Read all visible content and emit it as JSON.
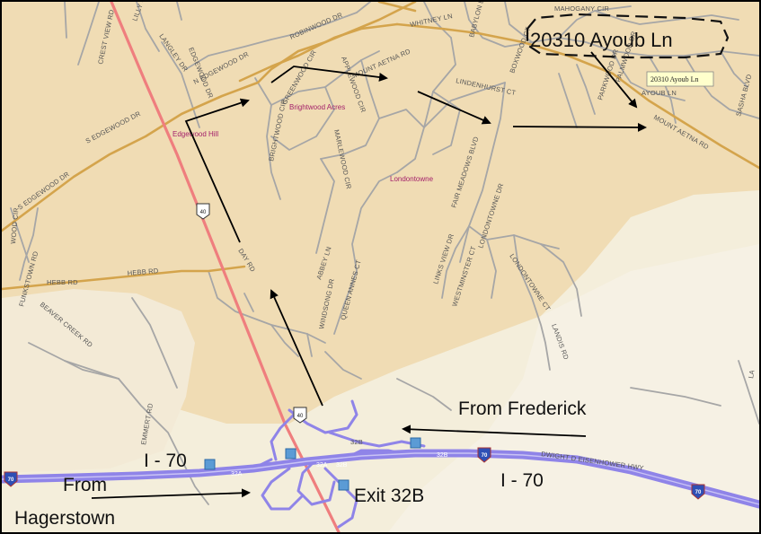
{
  "destination": {
    "address": "20310 Ayoub Ln",
    "callout": "20310 Ayoub Ln"
  },
  "directions": {
    "from_frederick": "From Frederick",
    "from_hagerstown_line1": "From",
    "from_hagerstown_line2": "Hagerstown",
    "exit": "Exit 32B",
    "i70_left": "I - 70",
    "i70_right": "I - 70"
  },
  "places": {
    "edgewood_hill": "Edgewood Hill",
    "brightwood_acres": "Brightwood Acres",
    "londontowne": "Londontowne"
  },
  "streets": {
    "lilly_ct": "LILLY CT",
    "crest_view_rd": "CREST VIEW RD",
    "langley_dr": "LANGLEY DR",
    "edgewood_dr": "EDGEWOOD DR",
    "n_edgewood_dr": "N EDGEWOOD DR",
    "s_edgewood_dr": "S EDGEWOOD DR",
    "s_edgewood_dr_2": "S EDGEWOOD DR",
    "robinwood_dr": "ROBINWOOD DR",
    "whitney_ln": "WHITNEY LN",
    "babylon_ln": "BABYLON LN",
    "mahogany_cir": "MAHOGANY CIR",
    "lindenhurst_ct": "LINDENHURST CT",
    "boxwood_ct": "BOXWOOD CT",
    "mount_aetna_rd": "MOUNT AETNA RD",
    "mount_aetna_rd_2": "MOUNT AETNA RD",
    "applewood_cir": "APPLEWOOD CIR",
    "greenwood_cir": "GREENWOOD CIR",
    "brightwood_cir": "BRIGHTWOOD CIR",
    "marlewood_cir": "MARLEWOOD CIR",
    "parkwood_dr": "PARKWOOD DR",
    "palmwood_dr": "PALMWOOD DR",
    "ayoub_ln": "AYOUB LN",
    "sasha_blvd": "SASHA BLVD",
    "fair_meadows_blvd": "FAIR MEADOWS BLVD",
    "links_view_dr": "LINKS VIEW DR",
    "londontowne_dr": "LONDONTOWNE DR",
    "westminster_ct": "WESTMINSTER CT",
    "londontowne_ct": "LONDONTOWNE CT",
    "landis_rd": "LANDIS RD",
    "day_rd": "DAY RD",
    "abbey_ln": "ABBEY LN",
    "queen_annes_ct": "QUEEN ANNES CT",
    "windsong_dr": "WINDSONG DR",
    "hebb_rd": "HEBB RD",
    "hebb_rd_2": "HEBB RD",
    "funkstown_rd": "FUNKSTOWN RD",
    "wood_cir": "WOOD CIR",
    "beaver_creek_rd": "BEAVER CREEK RD",
    "emmert_rd": "EMMERT RD",
    "dwight_eisenhower_hwy": "DWIGHT D EISENHOWER HWY",
    "la_edge": "LA"
  },
  "highway": {
    "us40": "40",
    "i70_shield": "70",
    "exit_32a": "32A",
    "exit_32a_2": "32A",
    "exit_32b": "32B",
    "exit_32b_2": "32B",
    "exit_32b_3": "32B"
  },
  "colors": {
    "land": "#f4eedb",
    "developed": "#f0dcb4",
    "street": "#a6a6a6",
    "arterial": "#d4a44c",
    "us40": "#ef7e7e",
    "interstate": "#8f84e8",
    "arrow": "#000000",
    "place_label": "#a3206a"
  }
}
